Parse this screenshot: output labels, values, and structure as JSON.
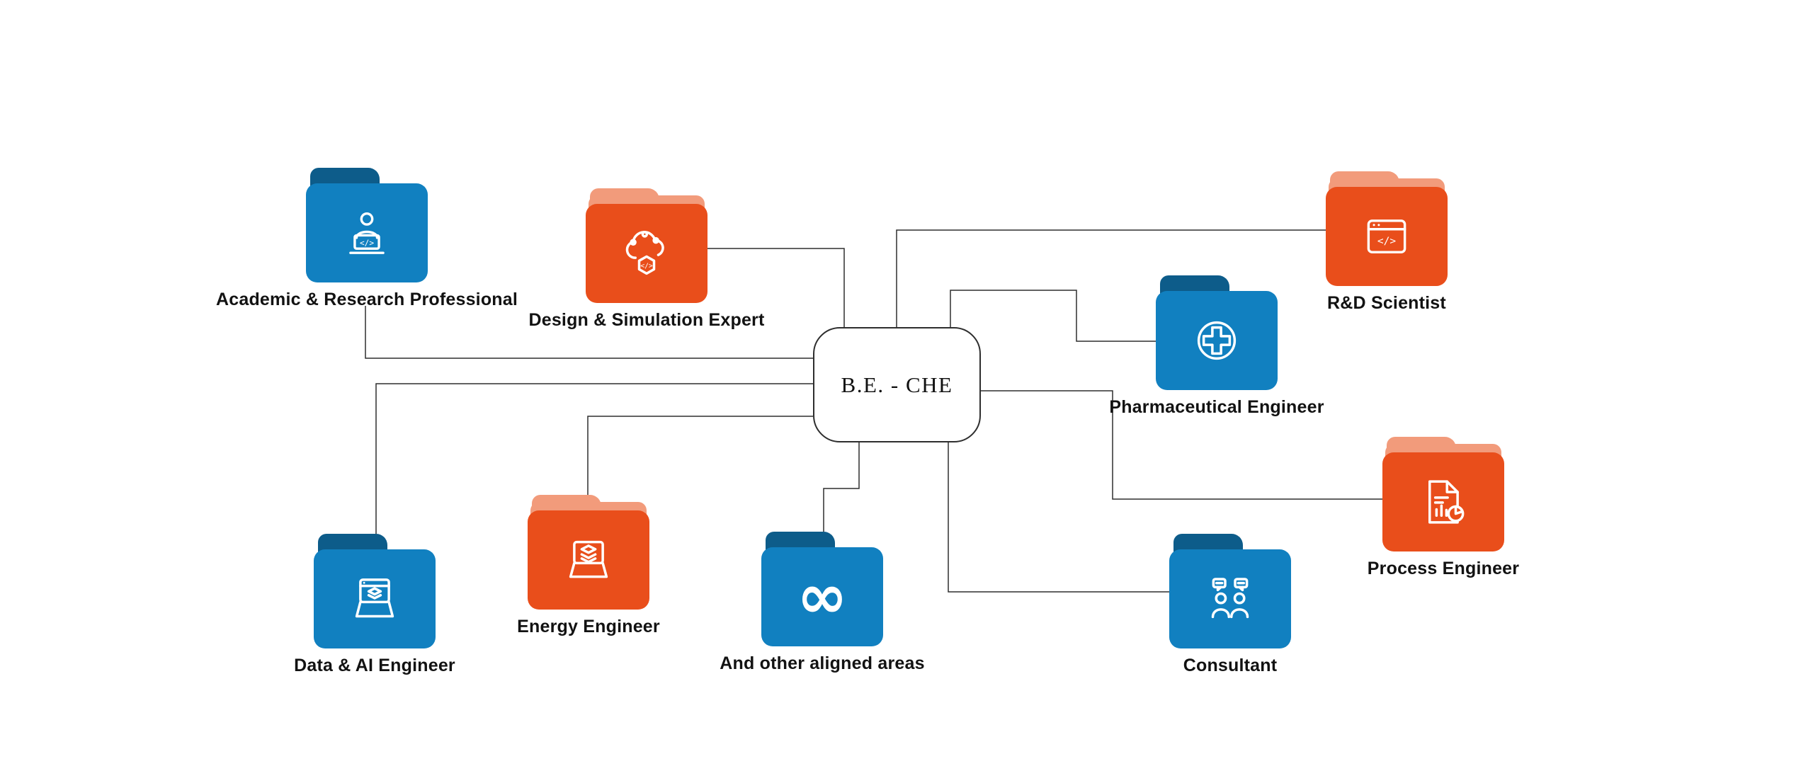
{
  "diagram": {
    "center": {
      "label": "B.E. - CHE"
    },
    "nodes": [
      {
        "id": "academic",
        "label": "Academic & Research Professional",
        "color": "blue",
        "icon": "academic-person-laptop-icon"
      },
      {
        "id": "design",
        "label": "Design & Simulation Expert",
        "color": "orange",
        "icon": "design-cloud-network-icon"
      },
      {
        "id": "rnd",
        "label": "R&D Scientist",
        "color": "orange",
        "icon": "rnd-browser-code-icon"
      },
      {
        "id": "pharma",
        "label": "Pharmaceutical Engineer",
        "color": "blue",
        "icon": "pharma-medical-cross-icon"
      },
      {
        "id": "process",
        "label": "Process Engineer",
        "color": "orange",
        "icon": "process-doc-chart-icon"
      },
      {
        "id": "consultant",
        "label": "Consultant",
        "color": "blue",
        "icon": "consultant-people-icon"
      },
      {
        "id": "aligned",
        "label": "And other aligned areas",
        "color": "blue",
        "icon": "infinity-icon"
      },
      {
        "id": "energy",
        "label": "Energy Engineer",
        "color": "orange",
        "icon": "energy-laptop-layers-icon"
      },
      {
        "id": "data",
        "label": "Data & AI Engineer",
        "color": "blue",
        "icon": "data-laptop-stack-icon"
      }
    ],
    "edges": [
      {
        "from": "center",
        "to": "academic"
      },
      {
        "from": "center",
        "to": "design"
      },
      {
        "from": "center",
        "to": "rnd"
      },
      {
        "from": "center",
        "to": "pharma"
      },
      {
        "from": "center",
        "to": "process"
      },
      {
        "from": "center",
        "to": "consultant"
      },
      {
        "from": "center",
        "to": "aligned"
      },
      {
        "from": "center",
        "to": "energy"
      },
      {
        "from": "center",
        "to": "data"
      }
    ],
    "colors": {
      "blue_folder_body": "#1180C0",
      "blue_folder_tab": "#0D5C8A",
      "orange_folder_body": "#E94E1B",
      "orange_folder_tab": "#F29B7B",
      "connector_line": "#2e2e2e",
      "background": "#ffffff"
    },
    "infinity_glyph": "∞"
  }
}
